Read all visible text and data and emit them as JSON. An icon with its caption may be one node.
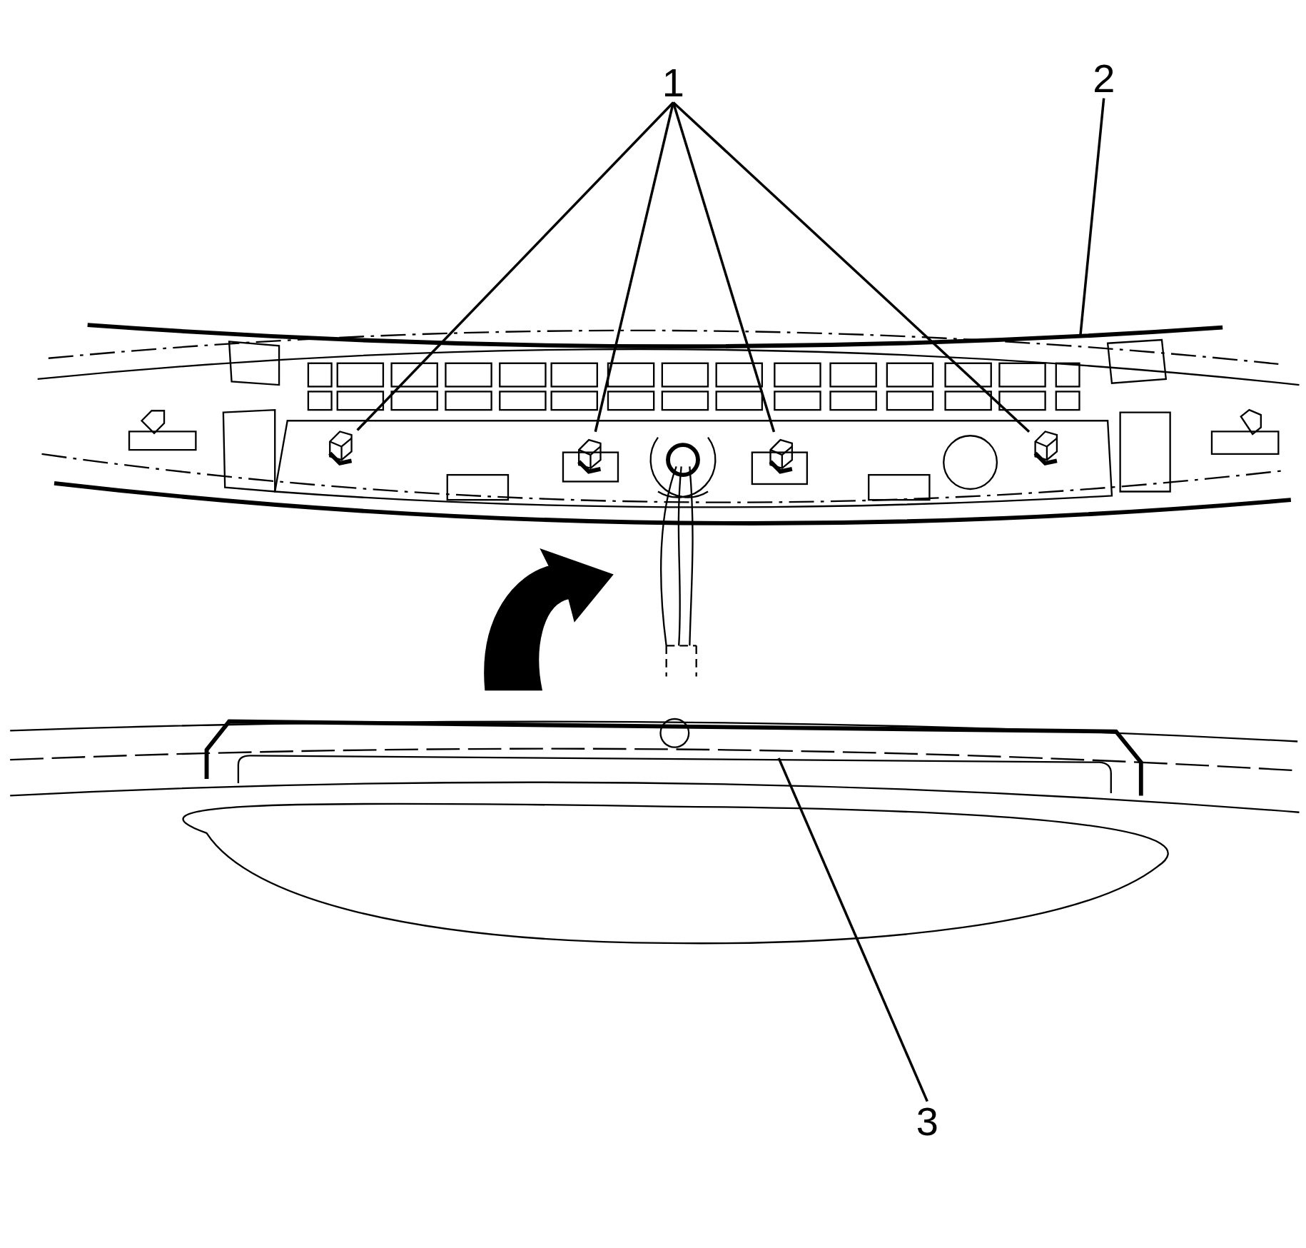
{
  "diagram": {
    "nodes": [
      {
        "text": [
          "1"
        ]
      },
      {
        "text": [
          "2"
        ]
      },
      {
        "text": [
          "3"
        ]
      },
      {
        "text": [],
        "shape": "picture"
      },
      {
        "text": [],
        "shape": "picture",
        "in": 3
      },
      {
        "text": [],
        "shape": "picture",
        "in": 3
      },
      {
        "text": [],
        "shape": "picture",
        "in": 3
      },
      {
        "text": [],
        "shape": "picture",
        "in": 3
      },
      {
        "text": [],
        "shape": "picture"
      }
    ],
    "edges": [
      {
        "from": 0,
        "to": 4,
        "arrow": "none"
      },
      {
        "from": 0,
        "to": 5,
        "arrow": "none"
      },
      {
        "from": 0,
        "to": 6,
        "arrow": "none"
      },
      {
        "from": 0,
        "to": 7,
        "arrow": "none"
      },
      {
        "from": 1,
        "to": 3,
        "arrow": "none"
      },
      {
        "from": 2,
        "to": 8,
        "arrow": "none"
      }
    ]
  }
}
